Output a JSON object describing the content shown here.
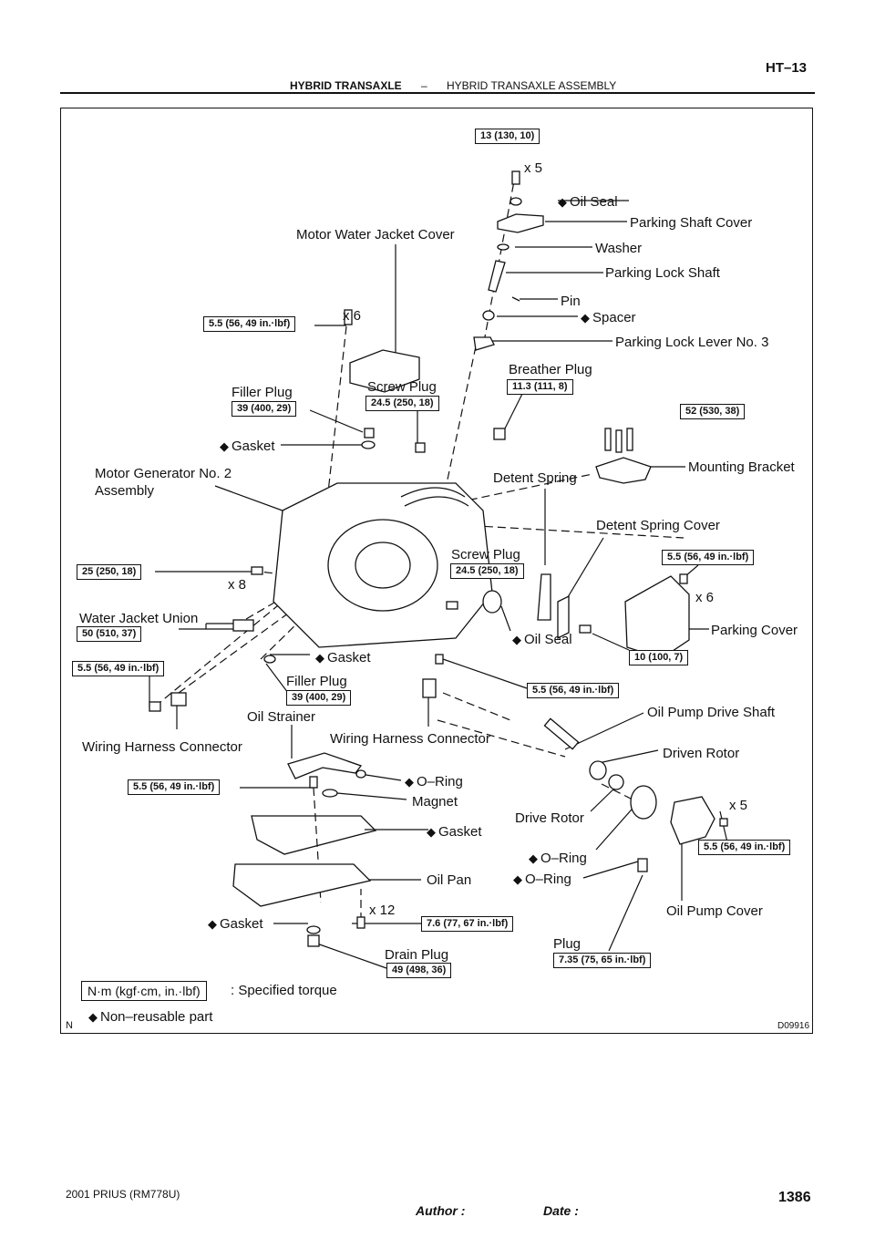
{
  "header": {
    "section": "HYBRID TRANSAXLE",
    "dash": "–",
    "subsection": "HYBRID TRANSAXLE ASSEMBLY",
    "page_id": "HT–13"
  },
  "figure": {
    "code": "D09916",
    "north": "N",
    "parts": {
      "motor_water_jacket_cover": "Motor Water Jacket Cover",
      "oil_seal_top": "Oil Seal",
      "parking_shaft_cover": "Parking Shaft Cover",
      "washer": "Washer",
      "parking_lock_shaft": "Parking Lock Shaft",
      "pin": "Pin",
      "spacer": "Spacer",
      "parking_lock_lever": "Parking Lock Lever No. 3",
      "breather_plug": "Breather Plug",
      "filler_plug_top": "Filler Plug",
      "screw_plug_top": "Screw Plug",
      "gasket_top": "Gasket",
      "mounting_bracket": "Mounting Bracket",
      "motor_generator_l1": "Motor Generator No. 2",
      "motor_generator_l2": "Assembly",
      "detent_spring": "Detent Spring",
      "detent_spring_cover": "Detent Spring Cover",
      "screw_plug_mid": "Screw Plug",
      "water_jacket_union": "Water Jacket Union",
      "oil_seal_mid": "Oil Seal",
      "parking_cover": "Parking Cover",
      "gasket_mid": "Gasket",
      "filler_plug_mid": "Filler Plug",
      "oil_pump_drive_shaft": "Oil Pump Drive Shaft",
      "oil_strainer": "Oil Strainer",
      "wiring_harness_left": "Wiring Harness Connector",
      "wiring_harness_center": "Wiring Harness Connector",
      "driven_rotor": "Driven Rotor",
      "o_ring_strainer": "O–Ring",
      "magnet": "Magnet",
      "drive_rotor": "Drive Rotor",
      "gasket_pan": "Gasket",
      "o_ring_a": "O–Ring",
      "o_ring_b": "O–Ring",
      "oil_pan": "Oil Pan",
      "oil_pump_cover": "Oil Pump Cover",
      "gasket_drain": "Gasket",
      "plug": "Plug",
      "drain_plug": "Drain Plug"
    },
    "counts": {
      "x5_top": "x 5",
      "x6_top": "x 6",
      "x8": "x 8",
      "x6_right": "x 6",
      "x5_right": "x 5",
      "x12": "x 12"
    },
    "torques": {
      "t13": "13 (130, 10)",
      "t55_top": "5.5 (56, 49 in.·lbf)",
      "t113": "11.3 (111, 8)",
      "t39_top": "39 (400, 29)",
      "t245_top": "24.5 (250, 18)",
      "t52": "52 (530, 38)",
      "t25": "25 (250, 18)",
      "t245_mid": "24.5 (250, 18)",
      "t55_right": "5.5 (56, 49 in.·lbf)",
      "t50": "50 (510, 37)",
      "t10": "10 (100, 7)",
      "t55_left": "5.5 (56, 49 in.·lbf)",
      "t39_mid": "39 (400, 29)",
      "t55_center": "5.5 (56, 49 in.·lbf)",
      "t55_strainer": "5.5 (56, 49 in.·lbf)",
      "t55_pump": "5.5 (56, 49 in.·lbf)",
      "t76": "7.6 (77, 67 in.·lbf)",
      "t49": "49 (498, 36)",
      "t735": "7.35 (75, 65 in.·lbf)"
    },
    "legend": {
      "unit_box": "N·m (kgf·cm, in.·lbf)",
      "unit_text": ": Specified torque",
      "non_reusable": "Non–reusable part",
      "diamond": "◆"
    }
  },
  "footer": {
    "vehicle": "2001 PRIUS   (RM778U)",
    "author": "Author :",
    "date": "Date :",
    "page_number": "1386"
  }
}
